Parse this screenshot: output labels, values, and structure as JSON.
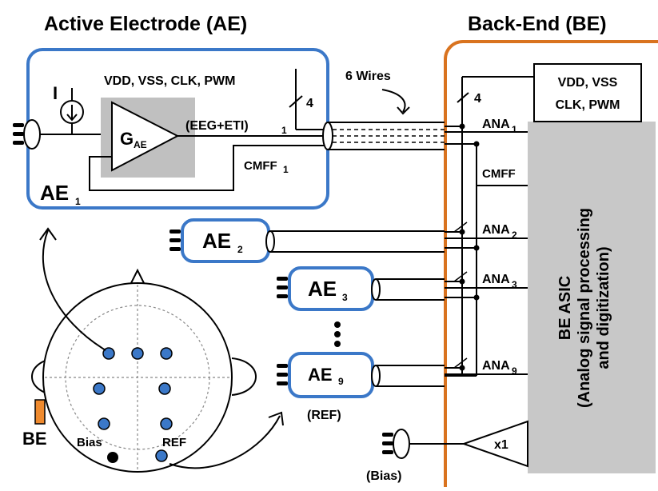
{
  "titles": {
    "active_electrode": "Active Electrode (AE)",
    "back_end": "Back-End (BE)"
  },
  "ae1_box": {
    "supply_label": "VDD, VSS, CLK, PWM",
    "bus_width": "4",
    "current_source": "I",
    "amp_main": "G",
    "amp_sub": "AE",
    "signal_main": "(EEG+ETI)",
    "signal_sub": "1",
    "cmff_main": "CMFF",
    "cmff_sub": "1",
    "name_main": "AE",
    "name_sub": "1"
  },
  "cable": {
    "label": "6 Wires"
  },
  "electrodes": [
    {
      "main": "AE",
      "sub": "2"
    },
    {
      "main": "AE",
      "sub": "3"
    },
    {
      "main": "AE",
      "sub": "9"
    }
  ],
  "ellipsis": "•\n•\n•",
  "ref_label": "(REF)",
  "be_block": {
    "supply_line1": "VDD, VSS",
    "supply_line2": "CLK, PWM",
    "bus_width": "4",
    "ana1_main": "ANA",
    "ana1_sub": "1",
    "cmff": "CMFF",
    "ana2_main": "ANA",
    "ana2_sub": "2",
    "ana3_main": "ANA",
    "ana3_sub": "3",
    "ana9_main": "ANA",
    "ana9_sub": "9",
    "asic_line1": "BE ASIC",
    "asic_line2": "(Analog signal processing",
    "asic_line3": "and digitization)",
    "buffer": "x1",
    "bias_label": "(Bias)"
  },
  "head": {
    "be_label": "BE",
    "bias_label": "Bias",
    "ref_label": "REF"
  },
  "colors": {
    "ae_box": "#3b78c8",
    "be_box": "#d9731f",
    "asic": "#c8c8c8",
    "amp_bg": "#c0c0c0",
    "electrode_dot": "#3b78c8",
    "be_patch": "#ef8a2e"
  }
}
